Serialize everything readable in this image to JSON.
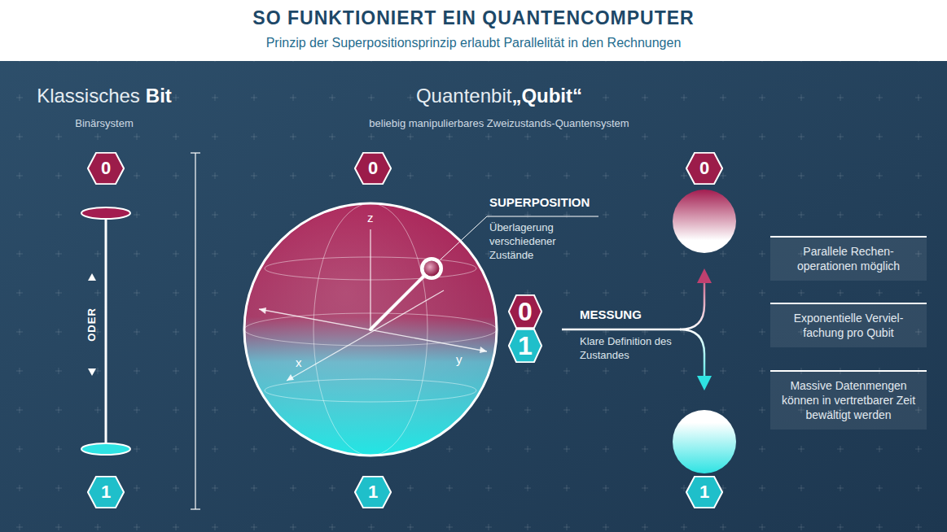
{
  "diagram": {
    "title": "SO FUNKTIONIERT EIN QUANTENCOMPUTER",
    "nodes": [
      {
        "text": [
          "0"
        ]
      },
      {
        "text": [
          "0"
        ]
      },
      {
        "text": [
          "0"
        ]
      },
      {
        "text": [
          "Parallele Rechen- operationen möglich"
        ]
      },
      {
        "text": [
          "0"
        ]
      },
      {
        "text": [
          "1"
        ]
      },
      {
        "text": [
          "Exponentielle Verviel- fachung pro Qubit"
        ]
      },
      {
        "text": [
          "Massive Datenmengen können in vertretbarer Zeit bewältigt werden"
        ]
      },
      {
        "text": [
          "1"
        ]
      },
      {
        "text": [
          "1"
        ]
      },
      {
        "text": [
          "1"
        ]
      }
    ],
    "labels": [
      "Prinzip der Superpositionsprinzip erlaubt Parallelität in den Rechnungen",
      "Klassisches",
      "Bit",
      "Binärsystem",
      "Quantenbit",
      "„Qubit“",
      "beliebig manipulierbares Zweizustands-Quantensystem",
      "ODER",
      "z",
      "x",
      "y",
      "SUPERPOSITION",
      "Überlagerung verschiedener Zustände",
      "MESSUNG",
      "Klare Definition des Zustandes"
    ]
  }
}
